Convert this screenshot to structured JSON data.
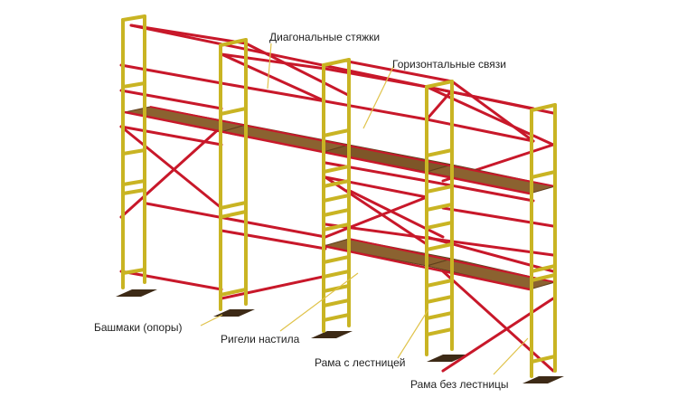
{
  "labels": {
    "diagonal_ties": "Диагональные стяжки",
    "horizontal_links": "Горизонтальные связи",
    "base_plates": "Башмаки (опоры)",
    "deck_beams": "Ригели настила",
    "frame_with_ladder": "Рама с лестницей",
    "frame_without_ladder": "Рама без лестницы"
  },
  "colors": {
    "frame": "#c9b423",
    "frame_dark": "#9c8a12",
    "brace": "#c8182a",
    "deck": "#8b6230",
    "deck_dark": "#5e3f1c",
    "base": "#3d2a16",
    "leader": "#e0c34a"
  }
}
